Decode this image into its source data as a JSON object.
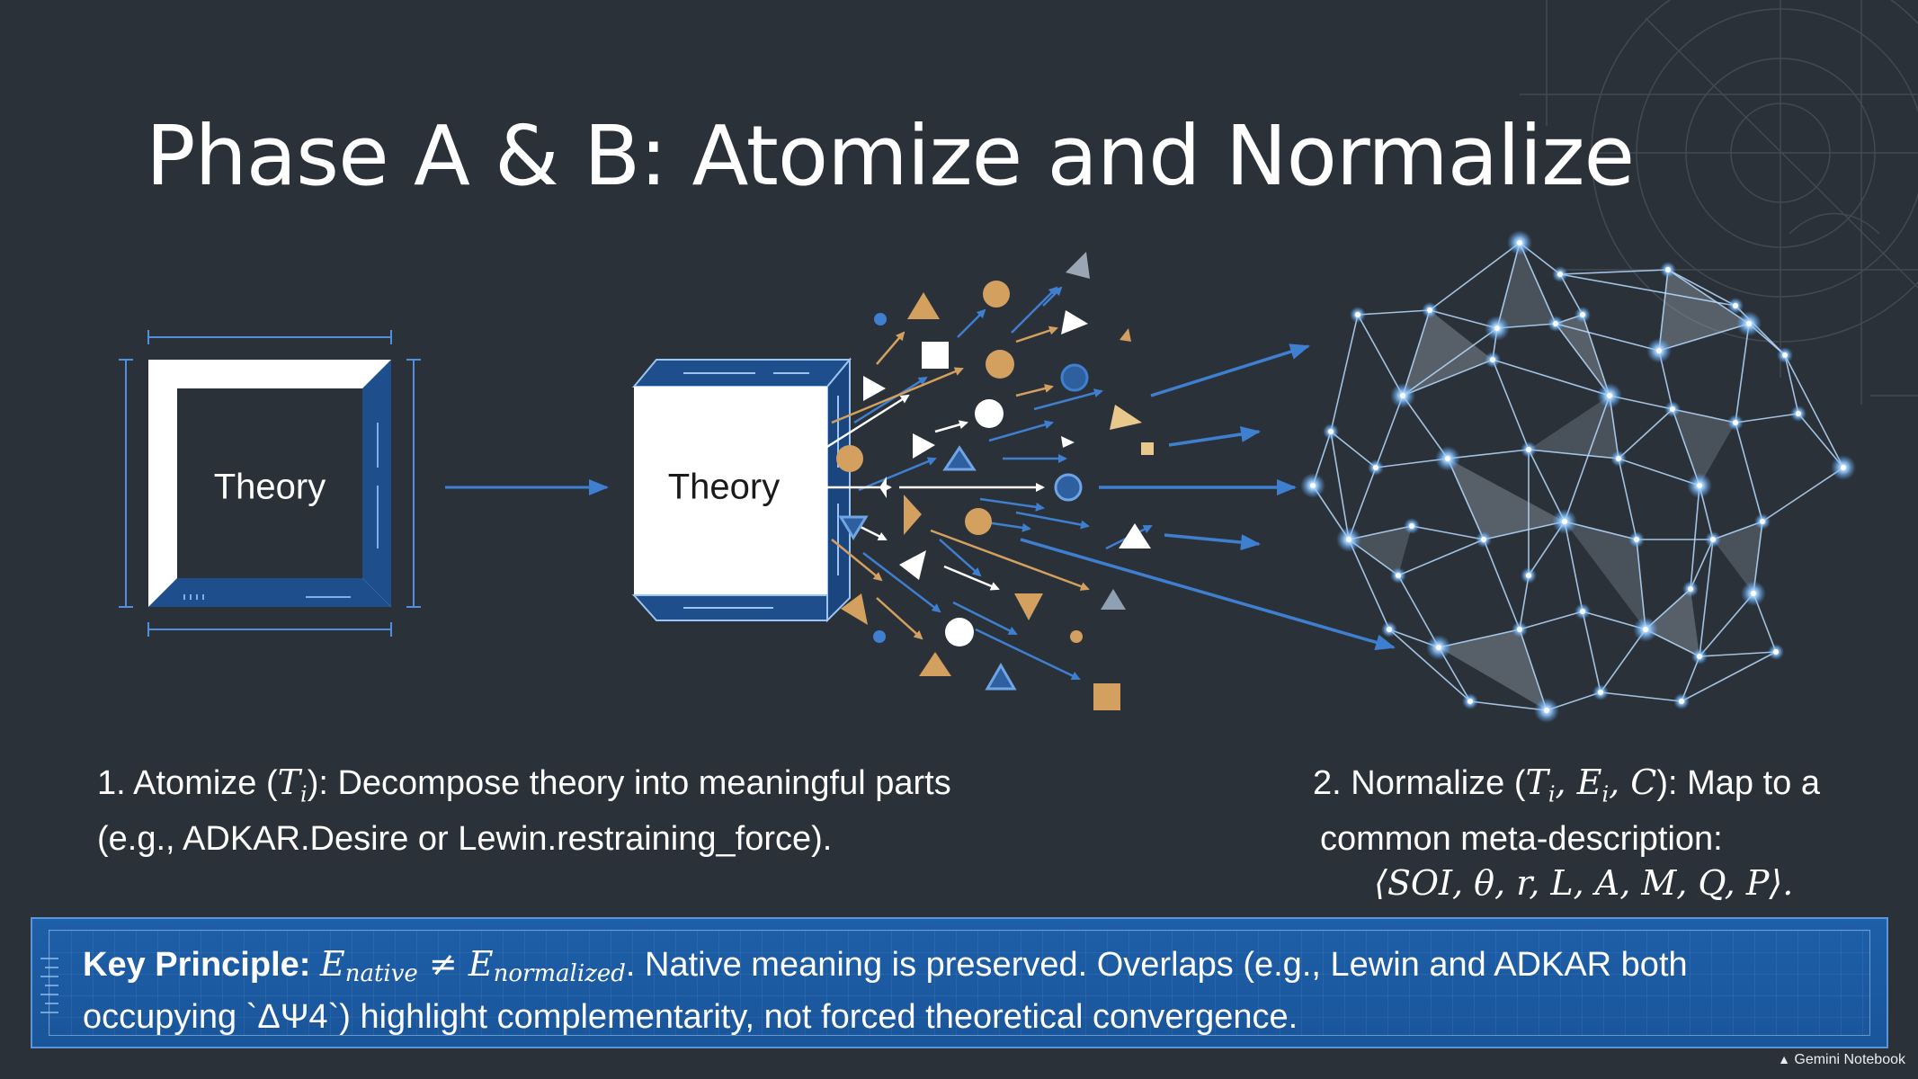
{
  "slide": {
    "title": "Phase A & B: Atomize and Normalize",
    "box_left_label": "Theory",
    "box_right_label": "Theory"
  },
  "captions": {
    "atomize_prefix": "1. Atomize (",
    "atomize_symbol": "T",
    "atomize_sub": "i",
    "atomize_suffix": "): Decompose theory into meaningful parts",
    "atomize_line2": "(e.g., ADKAR.Desire or Lewin.restraining_force).",
    "normalize_prefix": "2. Normalize (",
    "normalize_symbols": "T",
    "normalize_sub1": "i",
    "normalize_mid": ", E",
    "normalize_sub2": "i",
    "normalize_end": ", C",
    "normalize_suffix": "): Map to a",
    "normalize_line2": "common meta-description:",
    "normalize_line3": "⟨SOI, θ, r, L, A, M, Q, P⟩."
  },
  "key_principle": {
    "label": "Key Principle:",
    "e1": "E",
    "e1_sub": "native",
    "neq": " ≠ ",
    "e2": "E",
    "e2_sub": "normalized",
    "dot": ".",
    "text1": " Native meaning is preserved. Overlaps (e.g., Lewin and ADKAR both",
    "text2": "occupying `ΔΨ4`) highlight complementarity, not forced theoretical convergence."
  },
  "watermark": {
    "icon": "gemini-notebook-icon",
    "text": "Gemini Notebook"
  },
  "colors": {
    "background": "#2b3138",
    "accent_blue": "#3f7fd0",
    "gold": "#d3a060",
    "banner": "#1d5fa8",
    "white": "#ffffff"
  }
}
